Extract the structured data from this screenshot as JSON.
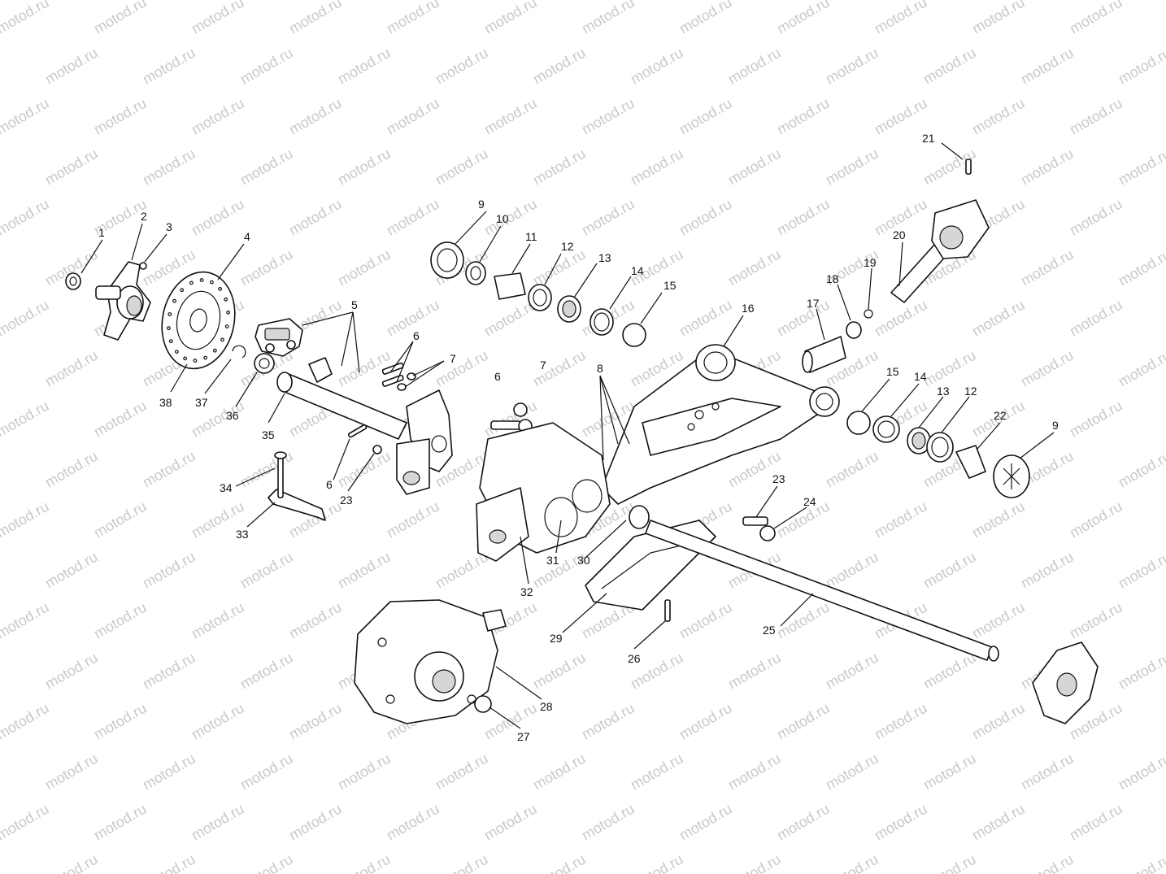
{
  "watermark": "motod.ru",
  "colors": {
    "ink": "#111111",
    "watermark": "#c9c9c9",
    "background": "#ffffff"
  },
  "callouts": [
    {
      "id": "c1",
      "label": "1"
    },
    {
      "id": "c2",
      "label": "2"
    },
    {
      "id": "c3",
      "label": "3"
    },
    {
      "id": "c4",
      "label": "4"
    },
    {
      "id": "c5",
      "label": "5"
    },
    {
      "id": "c6a",
      "label": "6"
    },
    {
      "id": "c6b",
      "label": "6"
    },
    {
      "id": "c6c",
      "label": "6"
    },
    {
      "id": "c7a",
      "label": "7"
    },
    {
      "id": "c7b",
      "label": "7"
    },
    {
      "id": "c8",
      "label": "8"
    },
    {
      "id": "c9a",
      "label": "9"
    },
    {
      "id": "c9b",
      "label": "9"
    },
    {
      "id": "c10",
      "label": "10"
    },
    {
      "id": "c11",
      "label": "11"
    },
    {
      "id": "c12a",
      "label": "12"
    },
    {
      "id": "c12b",
      "label": "12"
    },
    {
      "id": "c13a",
      "label": "13"
    },
    {
      "id": "c13b",
      "label": "13"
    },
    {
      "id": "c14a",
      "label": "14"
    },
    {
      "id": "c14b",
      "label": "14"
    },
    {
      "id": "c15a",
      "label": "15"
    },
    {
      "id": "c15b",
      "label": "15"
    },
    {
      "id": "c16",
      "label": "16"
    },
    {
      "id": "c17",
      "label": "17"
    },
    {
      "id": "c18",
      "label": "18"
    },
    {
      "id": "c19",
      "label": "19"
    },
    {
      "id": "c20",
      "label": "20"
    },
    {
      "id": "c21",
      "label": "21"
    },
    {
      "id": "c22",
      "label": "22"
    },
    {
      "id": "c23a",
      "label": "23"
    },
    {
      "id": "c23b",
      "label": "23"
    },
    {
      "id": "c24",
      "label": "24"
    },
    {
      "id": "c25",
      "label": "25"
    },
    {
      "id": "c26",
      "label": "26"
    },
    {
      "id": "c27",
      "label": "27"
    },
    {
      "id": "c28",
      "label": "28"
    },
    {
      "id": "c29",
      "label": "29"
    },
    {
      "id": "c30",
      "label": "30"
    },
    {
      "id": "c31",
      "label": "31"
    },
    {
      "id": "c32",
      "label": "32"
    },
    {
      "id": "c33",
      "label": "33"
    },
    {
      "id": "c34",
      "label": "34"
    },
    {
      "id": "c35",
      "label": "35"
    },
    {
      "id": "c36",
      "label": "36"
    },
    {
      "id": "c37",
      "label": "37"
    },
    {
      "id": "c38",
      "label": "38"
    }
  ]
}
